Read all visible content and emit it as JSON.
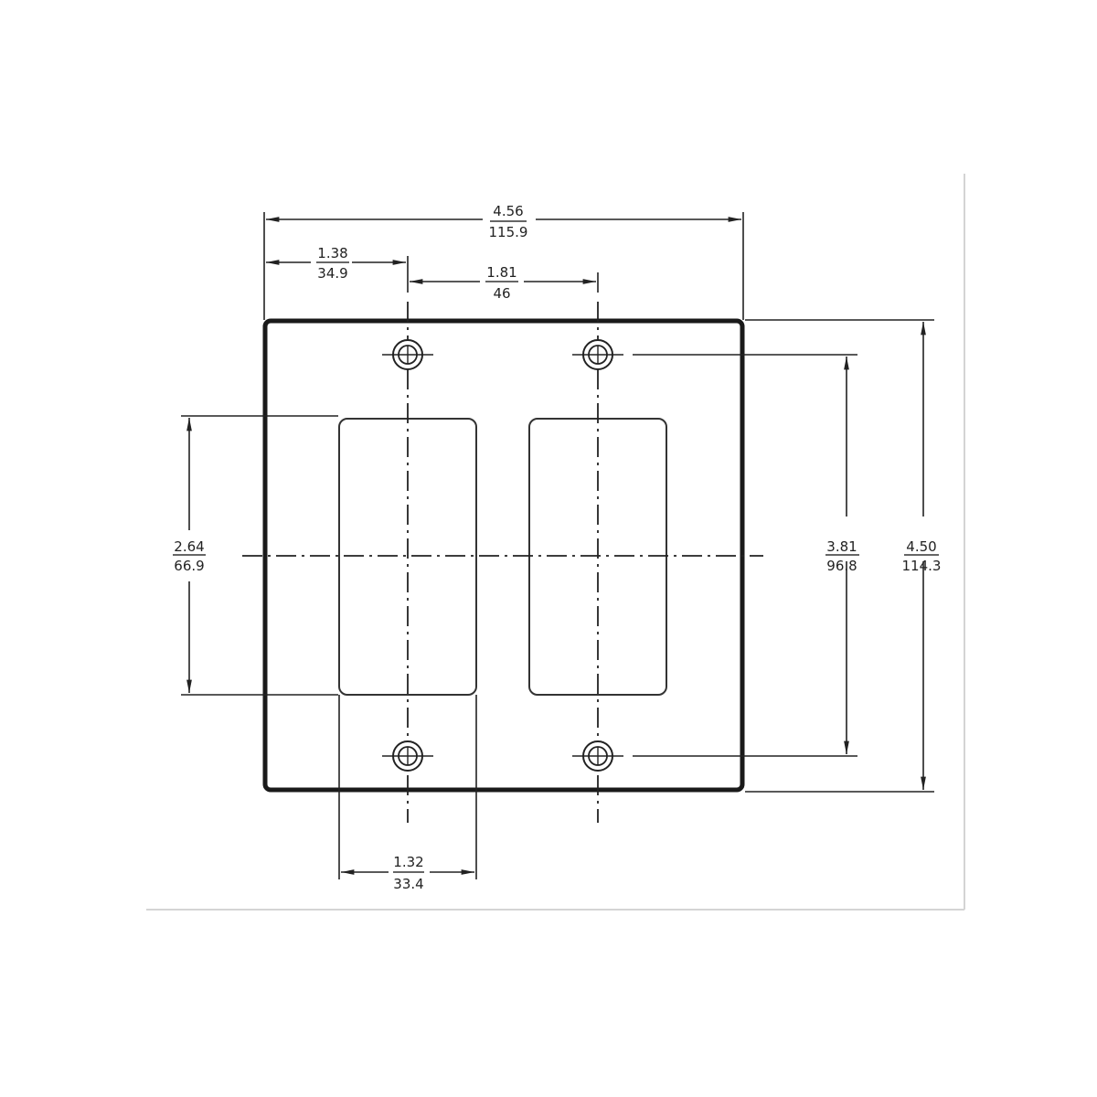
{
  "drawing": {
    "title": "2-gang decorator wall plate dimension drawing",
    "units": [
      "in",
      "mm"
    ],
    "colors": {
      "line": "#222222",
      "plate_outline": "#1a1a1a",
      "frame": "#d4d4d4",
      "background": "#ffffff"
    },
    "dimensions": {
      "overall_width": {
        "in": "4.56",
        "mm": "115.9"
      },
      "edge_to_first_screw": {
        "in": "1.38",
        "mm": "34.9"
      },
      "screw_spacing_horizontal": {
        "in": "1.81",
        "mm": "46"
      },
      "opening_height": {
        "in": "2.64",
        "mm": "66.9"
      },
      "screw_spacing_vertical": {
        "in": "3.81",
        "mm": "96.8"
      },
      "overall_height": {
        "in": "4.50",
        "mm": "114.3"
      },
      "opening_width": {
        "in": "1.32",
        "mm": "33.4"
      }
    },
    "features": {
      "openings": 2,
      "screw_holes": 4
    }
  }
}
